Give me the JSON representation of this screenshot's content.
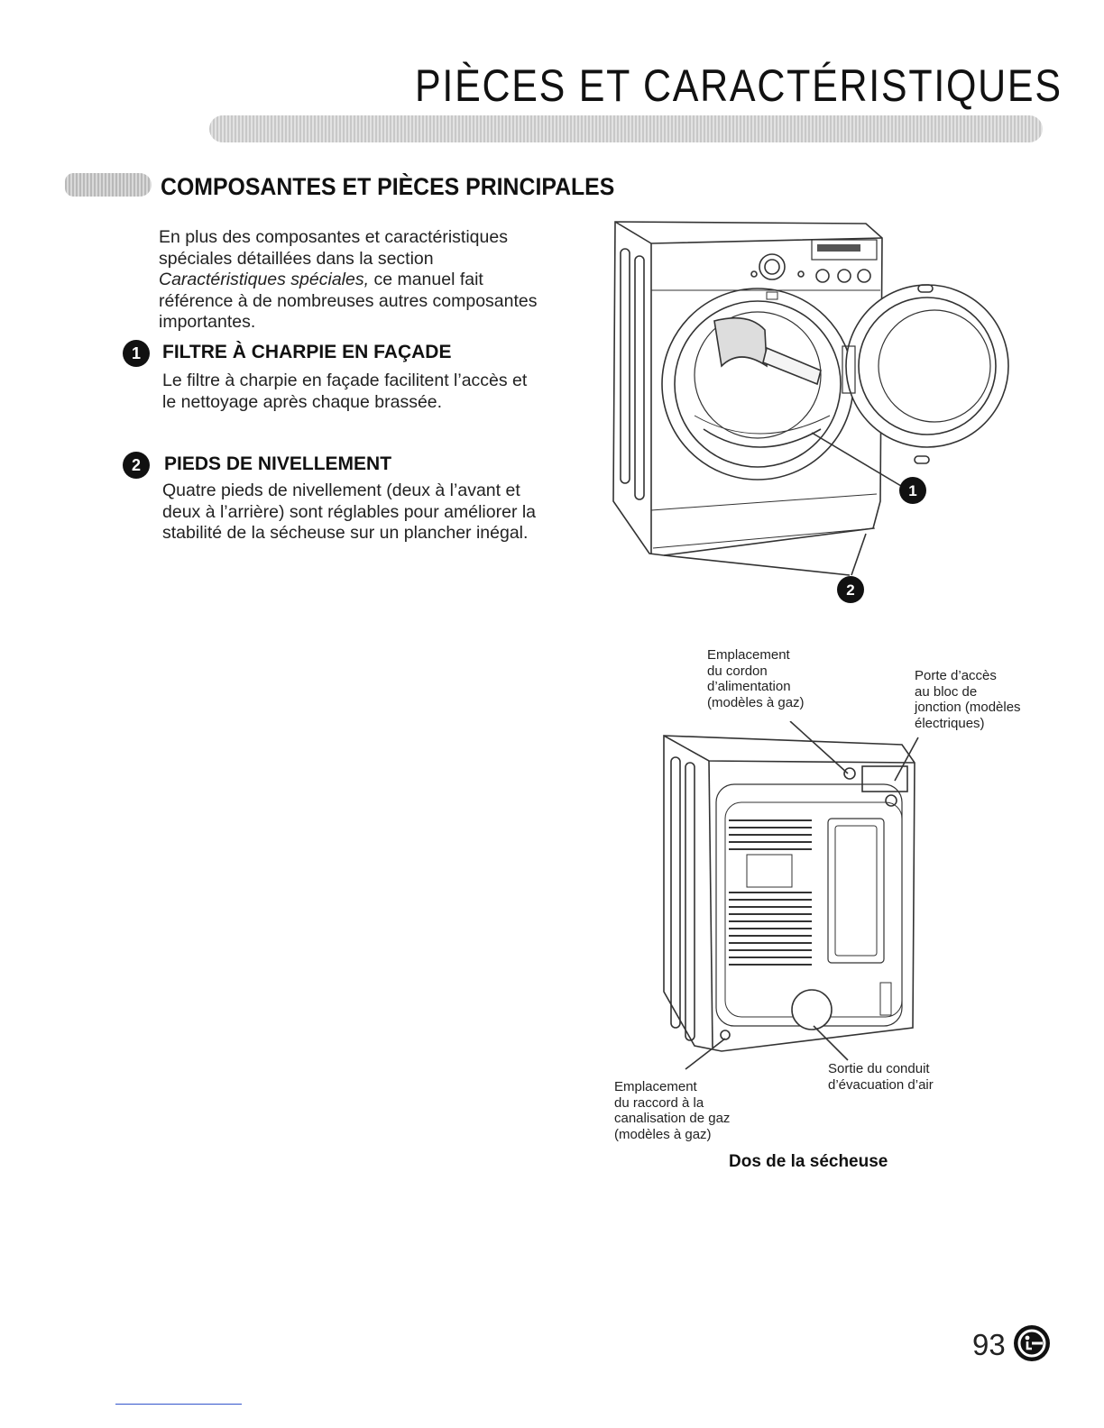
{
  "header": {
    "title": "PIÈCES ET CARACTÉRISTIQUES"
  },
  "section": {
    "heading": "COMPOSANTES ET PIÈCES PRINCIPALES",
    "intro_before": "En plus des composantes et caractéristiques spéciales détaillées dans la section ",
    "intro_italic": "Caractéristiques spéciales,",
    "intro_after": " ce manuel fait référence à de nombreuses autres composantes importantes."
  },
  "items": [
    {
      "number": "1",
      "heading": "FILTRE À CHARPIE EN FAÇADE",
      "body": "Le filtre à charpie en façade facilitent l’accès et le nettoyage après chaque brassée."
    },
    {
      "number": "2",
      "heading": "PIEDS DE NIVELLEMENT",
      "body": "Quatre pieds de nivellement (deux à l’avant et deux à l’arrière) sont réglables pour améliorer la stabilité de la sécheuse sur un plancher inégal."
    }
  ],
  "front_figure": {
    "markers": [
      "1",
      "2"
    ]
  },
  "back_figure": {
    "callout_power_cord": [
      "Emplacement",
      "du cordon",
      "d’alimentation",
      "(modèles à gaz)"
    ],
    "callout_terminal_block": [
      "Porte d’accès",
      "au bloc de",
      "jonction (modèles",
      "électriques)"
    ],
    "callout_exhaust": [
      "Sortie du conduit",
      "d’évacuation d’air"
    ],
    "callout_gas": [
      "Emplacement",
      "du raccord à la",
      "canalisation de gaz",
      "(modèles à gaz)"
    ],
    "caption": "Dos de la sécheuse"
  },
  "footer": {
    "page_number": "93",
    "logo_icon": "lg-logo-icon"
  }
}
